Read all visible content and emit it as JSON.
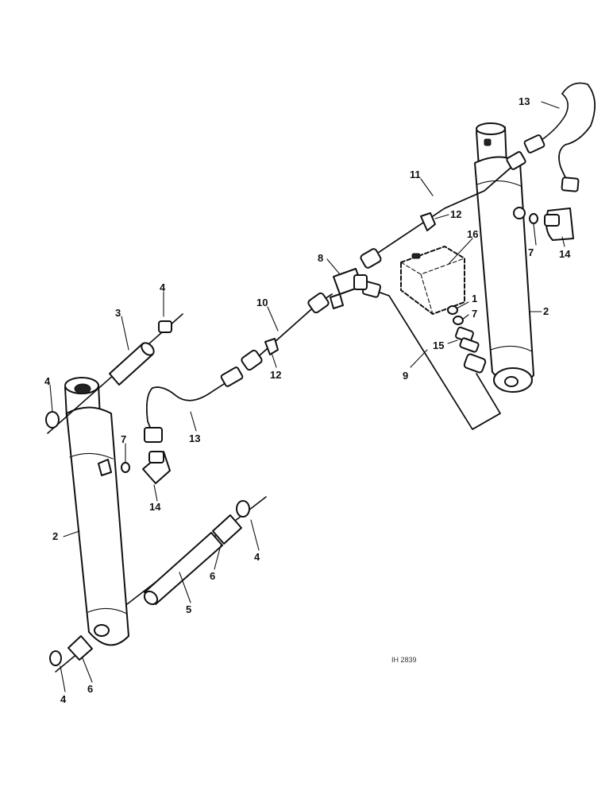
{
  "diagram": {
    "drawing_code": "IH 2839",
    "callouts": [
      {
        "id": "c13a",
        "text": "13"
      },
      {
        "id": "c11",
        "text": "11"
      },
      {
        "id": "c12a",
        "text": "12"
      },
      {
        "id": "c16",
        "text": "16"
      },
      {
        "id": "c7a",
        "text": "7"
      },
      {
        "id": "c14a",
        "text": "14"
      },
      {
        "id": "c8",
        "text": "8"
      },
      {
        "id": "c1",
        "text": "1"
      },
      {
        "id": "c7b",
        "text": "7"
      },
      {
        "id": "c2a",
        "text": "2"
      },
      {
        "id": "c10",
        "text": "10"
      },
      {
        "id": "c15",
        "text": "15"
      },
      {
        "id": "c3",
        "text": "3"
      },
      {
        "id": "c4a",
        "text": "4"
      },
      {
        "id": "c12b",
        "text": "12"
      },
      {
        "id": "c9",
        "text": "9"
      },
      {
        "id": "c4b",
        "text": "4"
      },
      {
        "id": "c13b",
        "text": "13"
      },
      {
        "id": "c7c",
        "text": "7"
      },
      {
        "id": "c14b",
        "text": "14"
      },
      {
        "id": "c2b",
        "text": "2"
      },
      {
        "id": "c4c",
        "text": "4"
      },
      {
        "id": "c6a",
        "text": "6"
      },
      {
        "id": "c5",
        "text": "5"
      },
      {
        "id": "c4d",
        "text": "4"
      },
      {
        "id": "c6b",
        "text": "6"
      }
    ]
  }
}
